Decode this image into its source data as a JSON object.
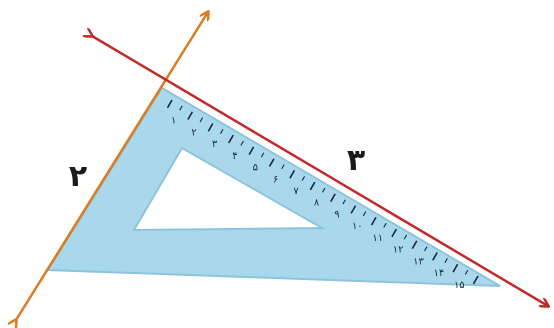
{
  "labels": {
    "line_2": "۲",
    "line_3": "۳"
  },
  "ruler": {
    "numbers": [
      "۱",
      "۲",
      "۳",
      "۴",
      "۵",
      "۶",
      "۷",
      "۸",
      "۹",
      "۱۰",
      "۱۱",
      "۱۲",
      "۱۳",
      "۱۴",
      "۱۵"
    ]
  },
  "colors": {
    "triangle_fill": "#a9d8ec",
    "triangle_edge": "#8cc4dc",
    "line_2": "#e07a20",
    "line_3": "#c22a2a",
    "tick": "#1a2a3a"
  }
}
